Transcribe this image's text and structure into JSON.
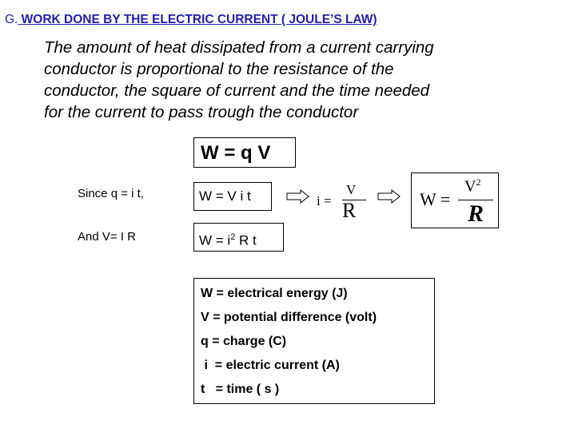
{
  "title": {
    "prefix": "G.",
    "text": " WORK DONE BY THE ELECTRIC CURRENT ( JOULE’S LAW)"
  },
  "paragraph": [
    "The amount of heat dissipated from a current carrying",
    "conductor is proportional to the resistance of the",
    "conductor, the square of current and the time needed",
    "for the current to pass trough the conductor"
  ],
  "main_equation": "W = q V",
  "since_label": "Since q = i t,",
  "and_label": "And V= I R",
  "eq_vit": "W = V i t",
  "eq_i2rt": {
    "lhs": "W = i",
    "sup": "2",
    "rhs": " R t"
  },
  "frac_i": {
    "lhs": "i =",
    "num": "V",
    "den": "R"
  },
  "frac_w": {
    "lhs": "W =",
    "num": "V",
    "sup": "2",
    "den": "R"
  },
  "definitions": [
    "W = electrical energy (J)",
    "V = potential difference (volt)",
    "q = charge (C)",
    " i  = electric current (A)",
    "t   = time ( s )"
  ],
  "colors": {
    "title": "#1f1fb4"
  }
}
